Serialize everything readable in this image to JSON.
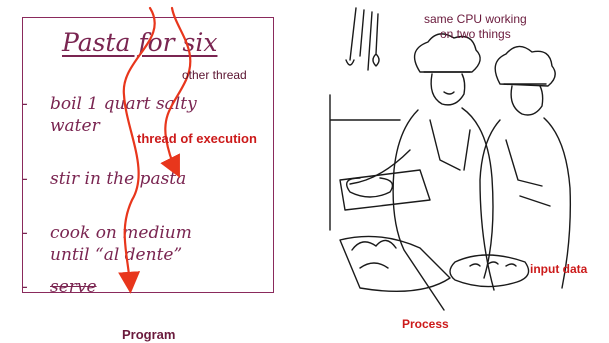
{
  "recipe": {
    "title": "Pasta for six",
    "steps": [
      {
        "dash": "-",
        "text": "boil 1 quart salty\nwater"
      },
      {
        "dash": "-",
        "text": "stir in the pasta"
      },
      {
        "dash": "-",
        "text": "cook on medium\nuntil “al dente”"
      },
      {
        "dash": "-",
        "text": "serve"
      }
    ]
  },
  "labels": {
    "other_thread": "other thread",
    "thread_of_execution": "thread of execution",
    "same_cpu": "same CPU working\non two things",
    "input_data": "input data"
  },
  "captions": {
    "program": "Program",
    "process": "Process"
  },
  "colors": {
    "thread_arrow": "#e8361c",
    "recipe_text": "#7a2551",
    "label_red": "#cc1a1a"
  },
  "illustration": {
    "icon": "chefs-cooking-illustration"
  }
}
